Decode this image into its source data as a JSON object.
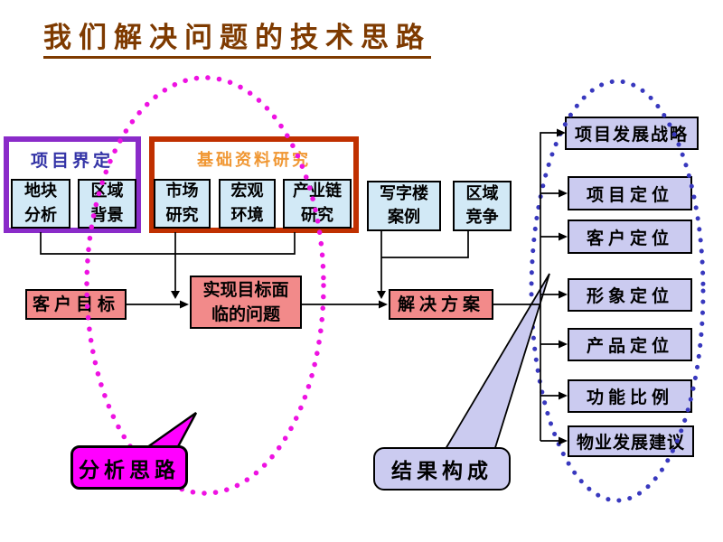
{
  "title": "我们解决问题的技术思路",
  "groups": {
    "definition": {
      "label": "项目界定"
    },
    "research": {
      "label": "基础资料研究"
    }
  },
  "analysis_boxes": {
    "items": [
      {
        "label": "地块\n分析"
      },
      {
        "label": "区域\n背景"
      },
      {
        "label": "市场\n研究"
      },
      {
        "label": "宏观\n环境"
      },
      {
        "label": "产业链\n研究"
      },
      {
        "label": "写字楼\n案例"
      },
      {
        "label": "区域\n竞争"
      }
    ]
  },
  "flow": {
    "goal": {
      "label": "客户目标"
    },
    "problem": {
      "label": "实现目标面\n临的问题"
    },
    "solution": {
      "label": "解决方案"
    }
  },
  "results": {
    "items": [
      {
        "label": "项目发展战略"
      },
      {
        "label": "项目定位"
      },
      {
        "label": "客户定位"
      },
      {
        "label": "形象定位"
      },
      {
        "label": "产品定位"
      },
      {
        "label": "功能比例"
      },
      {
        "label": "物业发展建议"
      }
    ]
  },
  "callouts": {
    "analysis": {
      "label": "分析思路"
    },
    "result": {
      "label": "结果构成"
    }
  },
  "colors": {
    "title_text": "#7E3A00",
    "definition_border": "#8A2BC9",
    "definition_label": "#3333A6",
    "research_border": "#C03000",
    "research_label": "#F09733",
    "analysis_box_fill": "#D2E9F6",
    "flow_box_fill": "#F28A8A",
    "result_box_fill": "#CBCBF0",
    "analysis_ellipse_dots": "#EE12E2",
    "result_ellipse_dots": "#3838BE",
    "analysis_callout_fill": "#FF00FF",
    "connector": "#000000"
  }
}
